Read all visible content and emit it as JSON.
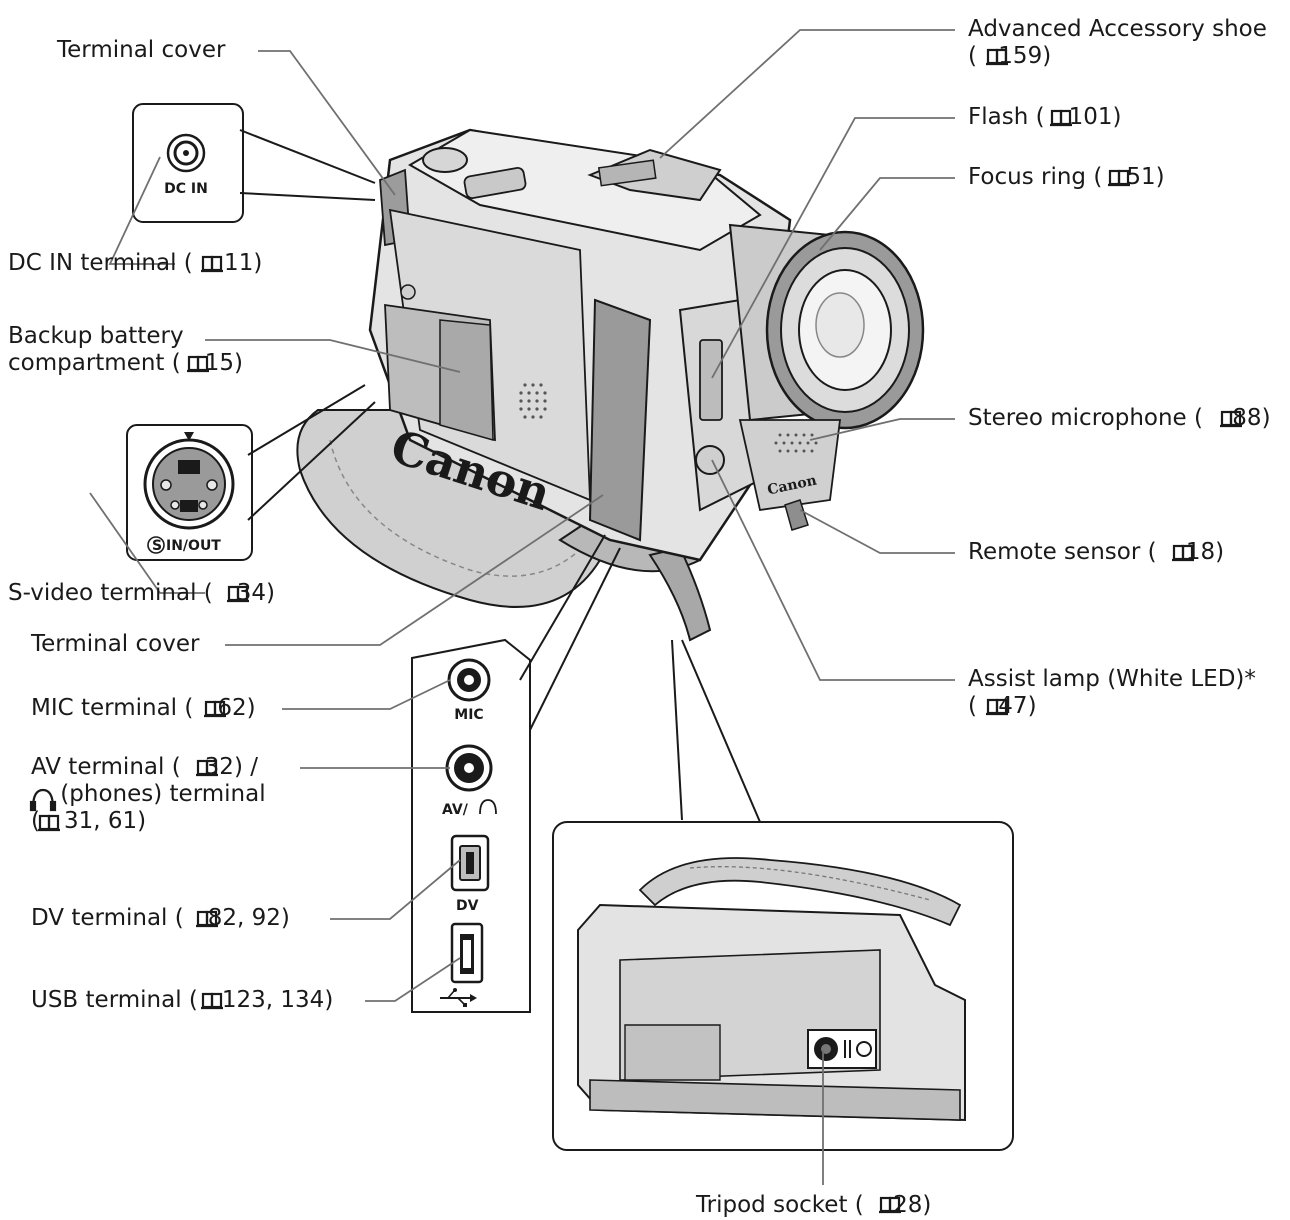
{
  "colors": {
    "ink": "#1a1a1a",
    "leader": "#707070",
    "body_light": "#e2e2e2",
    "body_mid": "#bdbdbd",
    "body_dark": "#8e8e8e"
  },
  "icons": {
    "manual_ref": "book-icon",
    "headphones": "headphones-icon",
    "usb": "usb-icon"
  },
  "labels": {
    "terminal_cover_top": "Terminal cover",
    "dc_in_terminal": {
      "text": "DC IN terminal (",
      "page": " 11)"
    },
    "backup_battery": {
      "line1": "Backup battery",
      "line2": "compartment (",
      "page": "15)"
    },
    "s_video_terminal": {
      "text": "S-video terminal (",
      "page": "34)"
    },
    "terminal_cover_bottom": "Terminal cover",
    "mic_terminal": {
      "text": "MIC terminal (",
      "page": "62)"
    },
    "av_terminal": {
      "line1": "AV terminal (",
      "line1_page": "32) /",
      "line2": " (phones) terminal",
      "line3_open": "(",
      "line3_page": "31, 61)"
    },
    "dv_terminal": {
      "text": "DV terminal (",
      "page": "82, 92)"
    },
    "usb_terminal": {
      "text": "USB terminal (",
      "page": "123, 134)"
    },
    "advanced_shoe": {
      "line1": "Advanced Accessory shoe",
      "line2_open": "( ",
      "page": "159)"
    },
    "flash": {
      "text": "Flash (",
      "page": "101)"
    },
    "focus_ring": {
      "text": "Focus ring (",
      "page": "51)"
    },
    "stereo_mic": {
      "text": "Stereo microphone ( ",
      "page": "88)"
    },
    "remote_sensor": {
      "text": "Remote sensor ( ",
      "page": "18)"
    },
    "assist_lamp": {
      "line1": "Assist lamp (White LED)*",
      "line2_open": "( ",
      "page": "47)"
    },
    "tripod_socket": {
      "text": "Tripod socket ( ",
      "page": "28)"
    }
  },
  "port_labels": {
    "dc_in": "DC IN",
    "s_video": "IN/OUT",
    "s_video_mark": "S",
    "mic": "MIC",
    "av": "AV/",
    "dv": "DV"
  },
  "brand": "Canon"
}
